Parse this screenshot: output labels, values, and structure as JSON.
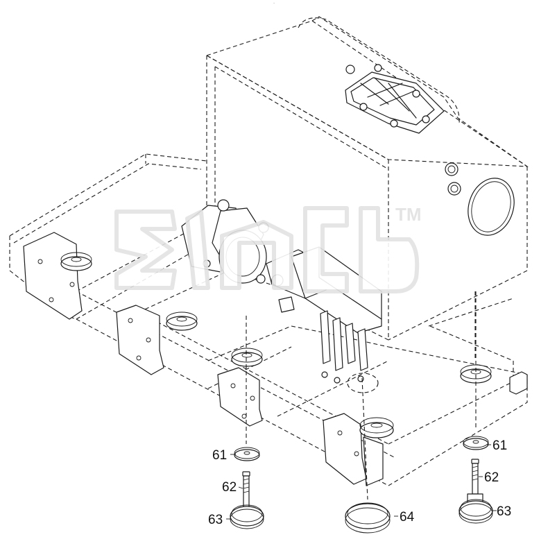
{
  "diagram": {
    "top_marker": "~",
    "watermark": {
      "trademark": "TM"
    },
    "callouts": [
      {
        "id": "callout-61-left",
        "label": "61"
      },
      {
        "id": "callout-62-left",
        "label": "62"
      },
      {
        "id": "callout-63-left",
        "label": "63"
      },
      {
        "id": "callout-64",
        "label": "64"
      },
      {
        "id": "callout-61-right",
        "label": "61"
      },
      {
        "id": "callout-62-right",
        "label": "62"
      },
      {
        "id": "callout-63-right",
        "label": "63"
      }
    ]
  }
}
